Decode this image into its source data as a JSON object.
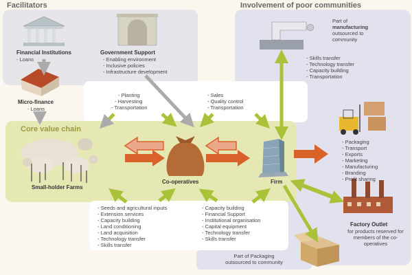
{
  "facilitators": {
    "title": "Facilitators",
    "financial_institutions": {
      "label": "Financial Institutions",
      "items": [
        "Loans"
      ]
    },
    "government_support": {
      "label": "Government Support",
      "items": [
        "Enabling environment",
        "Inclusive policies",
        "Infrastructure development"
      ]
    },
    "micro_finance": {
      "label": "Micro-finance",
      "items": [
        "Loans"
      ]
    }
  },
  "involvement": {
    "title": "Involvement of poor communities",
    "manufacturing": {
      "prefix": "Part of",
      "bold": "manufacturing",
      "suffix": "outsourced to community"
    },
    "manufacturing_items": [
      "Skills transfer",
      "Technology transfer",
      "Capacity building",
      "Transportation"
    ],
    "firm_outputs": [
      "Packaging",
      "Transport",
      "Exports",
      "Marketing",
      "Manufacturing",
      "Branding",
      "Profit sharing"
    ],
    "factory_outlet": {
      "title": "Factory Outlet",
      "desc": "for products reserved for members of the co-operatives"
    },
    "packaging": {
      "line1": "Part of Packaging",
      "line2": "outsourced to community"
    }
  },
  "core": {
    "title": "Core value chain",
    "farms": "Small-holder Farms",
    "coops": "Co-operatives",
    "firm": "Firm"
  },
  "flows": {
    "top_left": [
      "Planting",
      "Harvesting",
      "Transportation"
    ],
    "top_right": [
      "Sales",
      "Quality control",
      "Transportation"
    ],
    "bottom_left": [
      "Seeds and agricultural inputs",
      "Extension services",
      "Capacity building",
      "Land conditioning",
      "Land acquisition",
      "Technology transfer",
      "Skills transfer"
    ],
    "bottom_right": [
      "Capacity building",
      "Financial Support",
      "Institutional organisation",
      "Capital equipment",
      "Technology transfer",
      "Skills transfer"
    ]
  },
  "colors": {
    "green_arrow": "#a9c23a",
    "orange_arrow": "#d9622a",
    "grey_arrow": "#aaaaaa",
    "core_bg": "#e6e8b4",
    "panel_bg": "#e2e2ee"
  }
}
